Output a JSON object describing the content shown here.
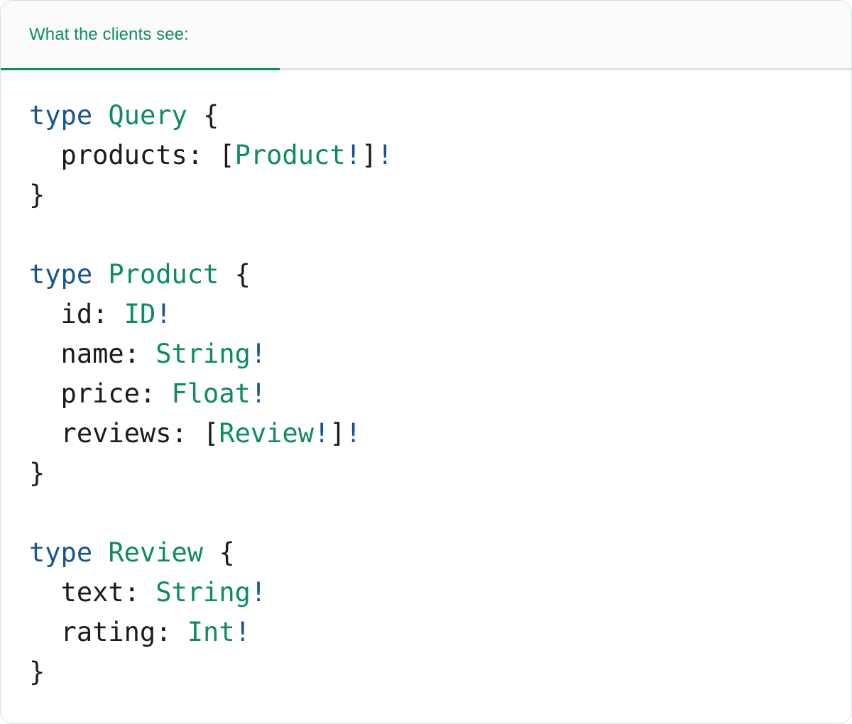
{
  "card": {
    "border_color": "#cfe4da",
    "background": "#ffffff"
  },
  "header": {
    "tab_label": "What the clients see:",
    "active_underline_color": "#0f8a68",
    "inactive_border_color": "#e3e3e3",
    "background": "#fbfbfb",
    "text_color": "#0d8a66"
  },
  "syntax_colors": {
    "keyword": "#17558f",
    "type": "#0d8a66",
    "field": "#1b1b1b",
    "punctuation": "#1b1b1b",
    "non_null_bang": "#17558f"
  },
  "code": {
    "language": "graphql",
    "raw": "type Query {\n  products: [Product!]!\n}\n\ntype Product {\n  id: ID!\n  name: String!\n  price: Float!\n  reviews: [Review!]!\n}\n\ntype Review {\n  text: String!\n  rating: Int!\n}",
    "lines": [
      {
        "text": "type Query {",
        "tokens": [
          {
            "t": "type ",
            "c": "kw"
          },
          {
            "t": "Query",
            "c": "type"
          },
          {
            "t": " {",
            "c": "punct"
          }
        ]
      },
      {
        "text": "  products: [Product!]!",
        "tokens": [
          {
            "t": "  products:",
            "c": "name"
          },
          {
            "t": " [",
            "c": "punct"
          },
          {
            "t": "Product",
            "c": "type"
          },
          {
            "t": "!",
            "c": "bang"
          },
          {
            "t": "]",
            "c": "punct"
          },
          {
            "t": "!",
            "c": "bang"
          }
        ]
      },
      {
        "text": "}",
        "tokens": [
          {
            "t": "}",
            "c": "punct"
          }
        ]
      },
      {
        "text": "",
        "tokens": []
      },
      {
        "text": "type Product {",
        "tokens": [
          {
            "t": "type ",
            "c": "kw"
          },
          {
            "t": "Product",
            "c": "type"
          },
          {
            "t": " {",
            "c": "punct"
          }
        ]
      },
      {
        "text": "  id: ID!",
        "tokens": [
          {
            "t": "  id:",
            "c": "name"
          },
          {
            "t": " ",
            "c": "punct"
          },
          {
            "t": "ID",
            "c": "type"
          },
          {
            "t": "!",
            "c": "bang"
          }
        ]
      },
      {
        "text": "  name: String!",
        "tokens": [
          {
            "t": "  name:",
            "c": "name"
          },
          {
            "t": " ",
            "c": "punct"
          },
          {
            "t": "String",
            "c": "type"
          },
          {
            "t": "!",
            "c": "bang"
          }
        ]
      },
      {
        "text": "  price: Float!",
        "tokens": [
          {
            "t": "  price:",
            "c": "name"
          },
          {
            "t": " ",
            "c": "punct"
          },
          {
            "t": "Float",
            "c": "type"
          },
          {
            "t": "!",
            "c": "bang"
          }
        ]
      },
      {
        "text": "  reviews: [Review!]!",
        "tokens": [
          {
            "t": "  reviews:",
            "c": "name"
          },
          {
            "t": " [",
            "c": "punct"
          },
          {
            "t": "Review",
            "c": "type"
          },
          {
            "t": "!",
            "c": "bang"
          },
          {
            "t": "]",
            "c": "punct"
          },
          {
            "t": "!",
            "c": "bang"
          }
        ]
      },
      {
        "text": "}",
        "tokens": [
          {
            "t": "}",
            "c": "punct"
          }
        ]
      },
      {
        "text": "",
        "tokens": []
      },
      {
        "text": "type Review {",
        "tokens": [
          {
            "t": "type ",
            "c": "kw"
          },
          {
            "t": "Review",
            "c": "type"
          },
          {
            "t": " {",
            "c": "punct"
          }
        ]
      },
      {
        "text": "  text: String!",
        "tokens": [
          {
            "t": "  text:",
            "c": "name"
          },
          {
            "t": " ",
            "c": "punct"
          },
          {
            "t": "String",
            "c": "type"
          },
          {
            "t": "!",
            "c": "bang"
          }
        ]
      },
      {
        "text": "  rating: Int!",
        "tokens": [
          {
            "t": "  rating:",
            "c": "name"
          },
          {
            "t": " ",
            "c": "punct"
          },
          {
            "t": "Int",
            "c": "type"
          },
          {
            "t": "!",
            "c": "bang"
          }
        ]
      },
      {
        "text": "}",
        "tokens": [
          {
            "t": "}",
            "c": "punct"
          }
        ]
      }
    ]
  }
}
